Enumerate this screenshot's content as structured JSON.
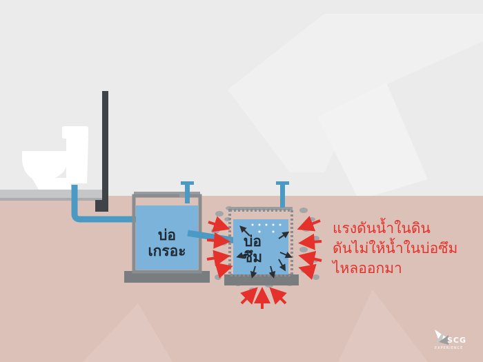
{
  "diagram": {
    "septic_tank_label": "บ่อ\nเกรอะ",
    "soak_pit_label": "บ่อ\nซึม",
    "caption_lines": [
      "แรงดันน้ำในดิน",
      "ดันไม่ให้น้ำในบ่อซึม",
      "ไหลออกมา"
    ]
  },
  "logo": {
    "brand": "SCG",
    "sub": "EXPERIENCE"
  },
  "colors": {
    "background": "#ebebeb",
    "soil": "#dcc1b8",
    "water": "#7cb3da",
    "pipe": "#4a9ac4",
    "wall": "#3f4449",
    "arrow_red": "#e4312b",
    "concrete": "#7a7d80"
  }
}
